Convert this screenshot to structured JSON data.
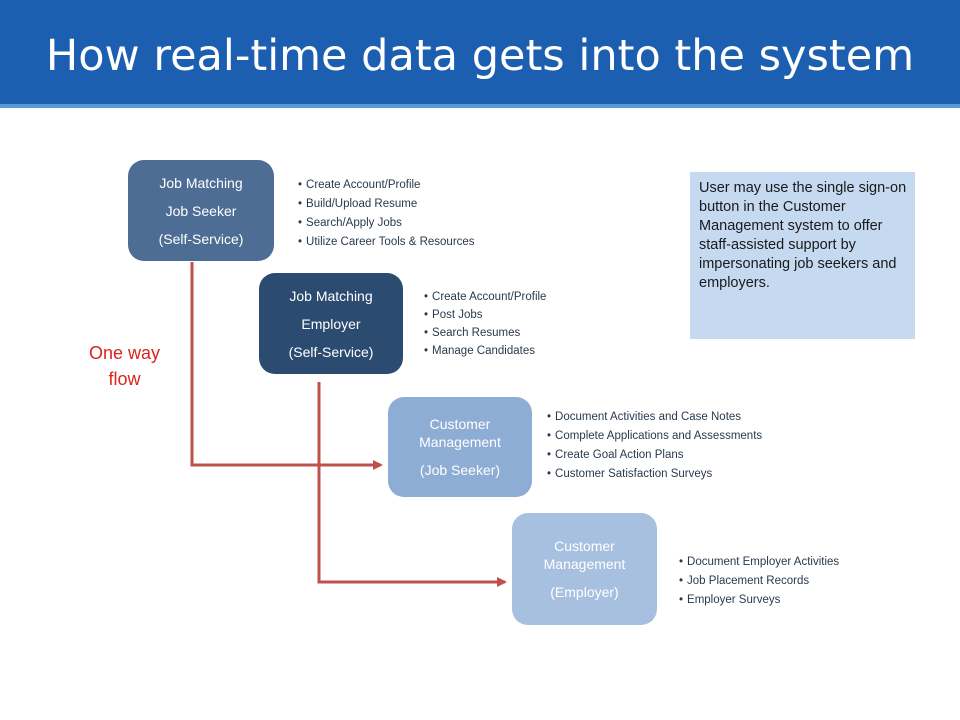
{
  "title": "How real-time data gets into the system",
  "boxes": [
    {
      "line1": "Job Matching",
      "line2": "Job Seeker",
      "line3": "(Self-Service)"
    },
    {
      "line1": "Job Matching",
      "line2": "Employer",
      "line3": "(Self-Service)"
    },
    {
      "line1": "Customer Management",
      "line2": "(Job Seeker)"
    },
    {
      "line1": "Customer Management",
      "line2": "(Employer)"
    }
  ],
  "bullets": [
    [
      "Create Account/Profile",
      "Build/Upload Resume",
      "Search/Apply Jobs",
      "Utilize Career Tools & Resources"
    ],
    [
      "Create Account/Profile",
      "Post Jobs",
      "Search Resumes",
      "Manage Candidates"
    ],
    [
      "Document Activities and Case Notes",
      "Complete Applications and Assessments",
      "Create Goal Action Plans",
      "Customer Satisfaction Surveys"
    ],
    [
      "Document Employer Activities",
      "Job Placement Records",
      "Employer Surveys"
    ]
  ],
  "note": "User may use the single sign-on button in the Customer Management system to offer staff-assisted support by impersonating job seekers and employers.",
  "flow_label": {
    "line1": "One way",
    "line2": "flow"
  },
  "colors": {
    "header": "#1c5fb0",
    "arrow": "#c0504d",
    "flow_label": "#d9251c"
  }
}
